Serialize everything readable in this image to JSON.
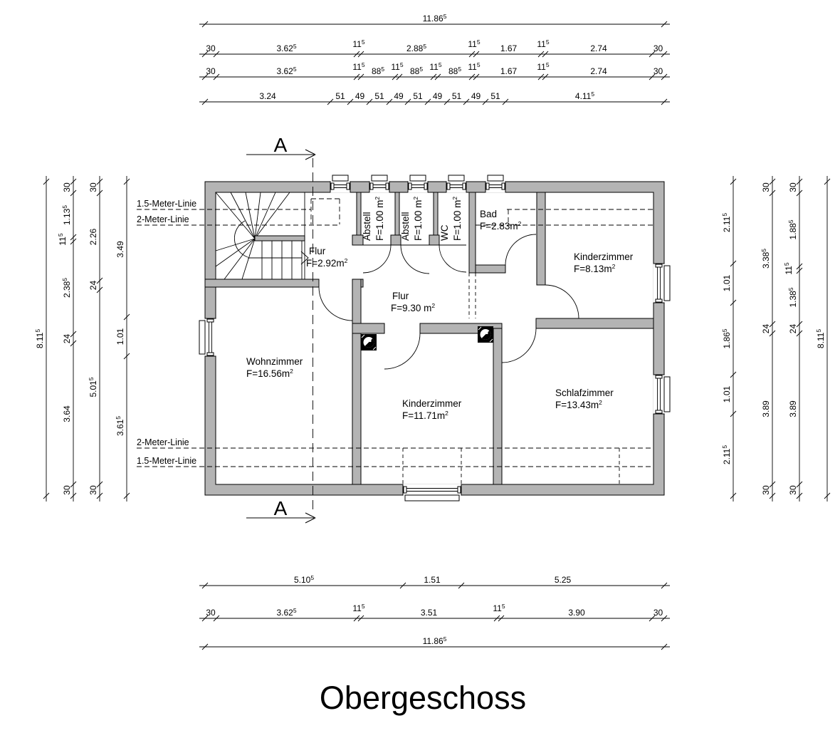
{
  "title": "Obergeschoss",
  "section_label": "A",
  "meter_lines": {
    "top": [
      "1.5-Meter-Linie",
      "2-Meter-Linie"
    ],
    "bottom": [
      "2-Meter-Linie",
      "1.5-Meter-Linie"
    ]
  },
  "colors": {
    "wall_fill": "#b4b4b4",
    "line": "#000000",
    "background": "#ffffff"
  },
  "rooms": [
    {
      "id": "flur-treppe",
      "name": "Flur",
      "area": "F=2.92m",
      "area_sup": "2"
    },
    {
      "id": "abstell-1",
      "name": "Abstell",
      "area": "F=1.00 m",
      "area_sup": "2"
    },
    {
      "id": "abstell-2",
      "name": "Abstell",
      "area": "F=1.00 m",
      "area_sup": "2"
    },
    {
      "id": "wc",
      "name": "WC",
      "area": "F=1.00 m",
      "area_sup": "2"
    },
    {
      "id": "bad",
      "name": "Bad",
      "area": "F=2.83m",
      "area_sup": "2"
    },
    {
      "id": "kinderzimmer-klein",
      "name": "Kinderzimmer",
      "area": "F=8.13m",
      "area_sup": "2"
    },
    {
      "id": "flur",
      "name": "Flur",
      "area": "F=9.30 m",
      "area_sup": "2"
    },
    {
      "id": "wohnzimmer",
      "name": "Wohnzimmer",
      "area": "F=16.56m",
      "area_sup": "2"
    },
    {
      "id": "kinderzimmer-gross",
      "name": "Kinderzimmer",
      "area": "F=11.71m",
      "area_sup": "2"
    },
    {
      "id": "schlafzimmer",
      "name": "Schlafzimmer",
      "area": "F=13.43m",
      "area_sup": "2"
    }
  ],
  "dimensions": {
    "top": [
      {
        "segments": [
          {
            "v": "11.86",
            "s": "5"
          }
        ]
      },
      {
        "segments": [
          {
            "v": "30"
          },
          {
            "v": "3.62",
            "s": "5"
          },
          {
            "v": "11",
            "s": "5"
          },
          {
            "v": "2.88",
            "s": "5"
          },
          {
            "v": "11",
            "s": "5"
          },
          {
            "v": "1.67"
          },
          {
            "v": "11",
            "s": "5"
          },
          {
            "v": "2.74"
          },
          {
            "v": "30"
          }
        ]
      },
      {
        "segments": [
          {
            "v": "30"
          },
          {
            "v": "3.62",
            "s": "5"
          },
          {
            "v": "11",
            "s": "5"
          },
          {
            "v": "88",
            "s": "5"
          },
          {
            "v": "11",
            "s": "5"
          },
          {
            "v": "88",
            "s": "5"
          },
          {
            "v": "11",
            "s": "5"
          },
          {
            "v": "88",
            "s": "5"
          },
          {
            "v": "11",
            "s": "5"
          },
          {
            "v": "1.67"
          },
          {
            "v": "11",
            "s": "5"
          },
          {
            "v": "2.74"
          },
          {
            "v": "30"
          }
        ]
      },
      {
        "segments": [
          {
            "v": "3.24"
          },
          {
            "v": "51"
          },
          {
            "v": "49"
          },
          {
            "v": "51"
          },
          {
            "v": "49"
          },
          {
            "v": "51"
          },
          {
            "v": "49"
          },
          {
            "v": "51"
          },
          {
            "v": "49"
          },
          {
            "v": "51"
          },
          {
            "v": "4.11",
            "s": "5"
          }
        ]
      }
    ],
    "bottom": [
      {
        "segments": [
          {
            "v": "5.10",
            "s": "5"
          },
          {
            "v": "1.51"
          },
          {
            "v": "5.25"
          }
        ]
      },
      {
        "segments": [
          {
            "v": "30"
          },
          {
            "v": "3.62",
            "s": "5"
          },
          {
            "v": "11",
            "s": "5"
          },
          {
            "v": "3.51"
          },
          {
            "v": "11",
            "s": "5"
          },
          {
            "v": "3.90"
          },
          {
            "v": "30"
          }
        ]
      },
      {
        "segments": [
          {
            "v": "11.86",
            "s": "5"
          }
        ]
      }
    ],
    "left": [
      {
        "segments": [
          {
            "v": "8.11",
            "s": "5"
          }
        ]
      },
      {
        "segments": [
          {
            "v": "30"
          },
          {
            "v": "1.13",
            "s": "5"
          },
          {
            "v": "11",
            "s": "5"
          },
          {
            "v": "2.38",
            "s": "5"
          },
          {
            "v": "24"
          },
          {
            "v": "3.64"
          },
          {
            "v": "30"
          }
        ]
      },
      {
        "segments": [
          {
            "v": "30"
          },
          {
            "v": "2.26"
          },
          {
            "v": "24"
          },
          {
            "v": "5.01",
            "s": "5"
          },
          {
            "v": "30"
          }
        ]
      },
      {
        "segments": [
          {
            "v": "3.49"
          },
          {
            "v": "1.01"
          },
          {
            "v": "3.61",
            "s": "5"
          }
        ]
      }
    ],
    "right": [
      {
        "segments": [
          {
            "v": "2.11",
            "s": "5"
          },
          {
            "v": "1.01"
          },
          {
            "v": "1.86",
            "s": "5"
          },
          {
            "v": "1.01"
          },
          {
            "v": "2.11",
            "s": "5"
          }
        ]
      },
      {
        "segments": [
          {
            "v": "30"
          },
          {
            "v": "3.38",
            "s": "5"
          },
          {
            "v": "24"
          },
          {
            "v": "3.89"
          },
          {
            "v": "30"
          }
        ]
      },
      {
        "segments": [
          {
            "v": "30"
          },
          {
            "v": "1.88",
            "s": "5"
          },
          {
            "v": "11",
            "s": "5"
          },
          {
            "v": "1.38",
            "s": "5"
          },
          {
            "v": "24"
          },
          {
            "v": "3.89"
          },
          {
            "v": "30"
          }
        ]
      },
      {
        "segments": [
          {
            "v": "8.11",
            "s": "5"
          }
        ]
      }
    ]
  }
}
